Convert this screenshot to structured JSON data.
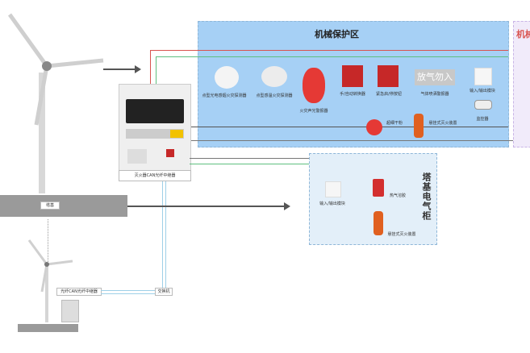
{
  "mech_zone": {
    "title": "机械保护区",
    "devices": [
      {
        "label": "点型光电感烟火灾探测器"
      },
      {
        "label": "点型感温火灾探测器"
      },
      {
        "label": "火灾声光警报器"
      },
      {
        "label": "手/自动转换器"
      },
      {
        "label": "紧急启/停按钮"
      },
      {
        "label": "气体喷洒警报器",
        "sign": "放气勿入"
      },
      {
        "label": "输入/输出模块"
      },
      {
        "label": "监控器"
      },
      {
        "label": "超细干粉"
      },
      {
        "label": "悬挂式灭火装置"
      }
    ]
  },
  "partial_zone": {
    "title": "机械"
  },
  "controller": {
    "label": "灭火器CAN光纤中继器"
  },
  "tower_cabinet": {
    "title": "塔基电气柜",
    "devices": [
      {
        "label": "输入/输出模块"
      },
      {
        "label": "热气溶胶"
      },
      {
        "label": "悬挂式灭火装置"
      }
    ]
  },
  "base": {
    "label": "塔基"
  },
  "small_turbine": {
    "relay_label": "光纤CAN光纤中继器",
    "switch_label": "交换机"
  },
  "colors": {
    "zone_blue": "#a6d0f5",
    "cabinet_bg": "#e3eff9",
    "red_line": "#d9534f",
    "green_line": "#5fbf7f",
    "fiber": "#9fd0e8"
  }
}
